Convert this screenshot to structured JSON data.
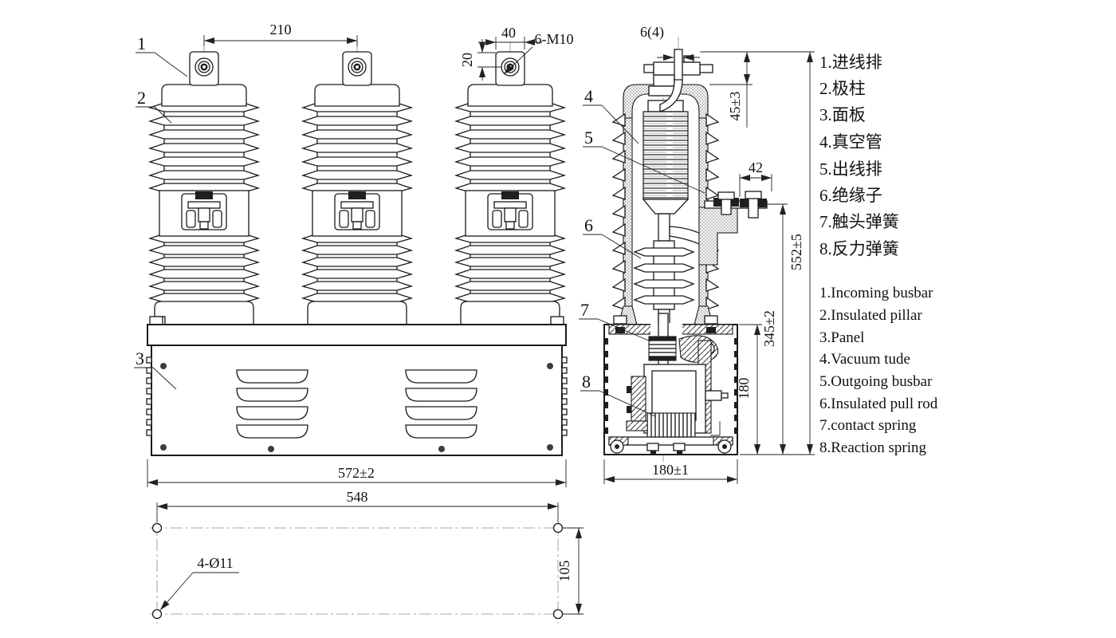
{
  "callouts": {
    "n1": "1",
    "n2": "2",
    "n3": "3",
    "n4": "4",
    "n5": "5",
    "n6": "6",
    "n7": "7",
    "n8": "8"
  },
  "dims": {
    "pole_pitch": "210",
    "pad_width": "40",
    "pad_bolt_offset": "20",
    "thread_spec": "6-M10",
    "busbar_thickness": "6(4)",
    "top_clearance": "45±3",
    "outgoing_pitch": "42",
    "overall_height": "552±5",
    "pole_assembly_height": "345±2",
    "frame_height": "180",
    "frame_depth": "180±1",
    "body_width": "572±2",
    "mount_pitch_x": "548",
    "mount_pitch_y": "105",
    "mount_holes": "4-Ø11"
  },
  "legend_cn": {
    "items": [
      "1.进线排",
      "2.极柱",
      "3.面板",
      "4.真空管",
      "5.出线排",
      "6.绝缘子",
      "7.触头弹簧",
      "8.反力弹簧"
    ]
  },
  "legend_en": {
    "items": [
      "1.Incoming busbar",
      "2.Insulated pillar",
      "3.Panel",
      "4.Vacuum tude",
      "5.Outgoing busbar",
      "6.Insulated pull rod",
      "7.contact spring",
      "8.Reaction spring"
    ]
  }
}
